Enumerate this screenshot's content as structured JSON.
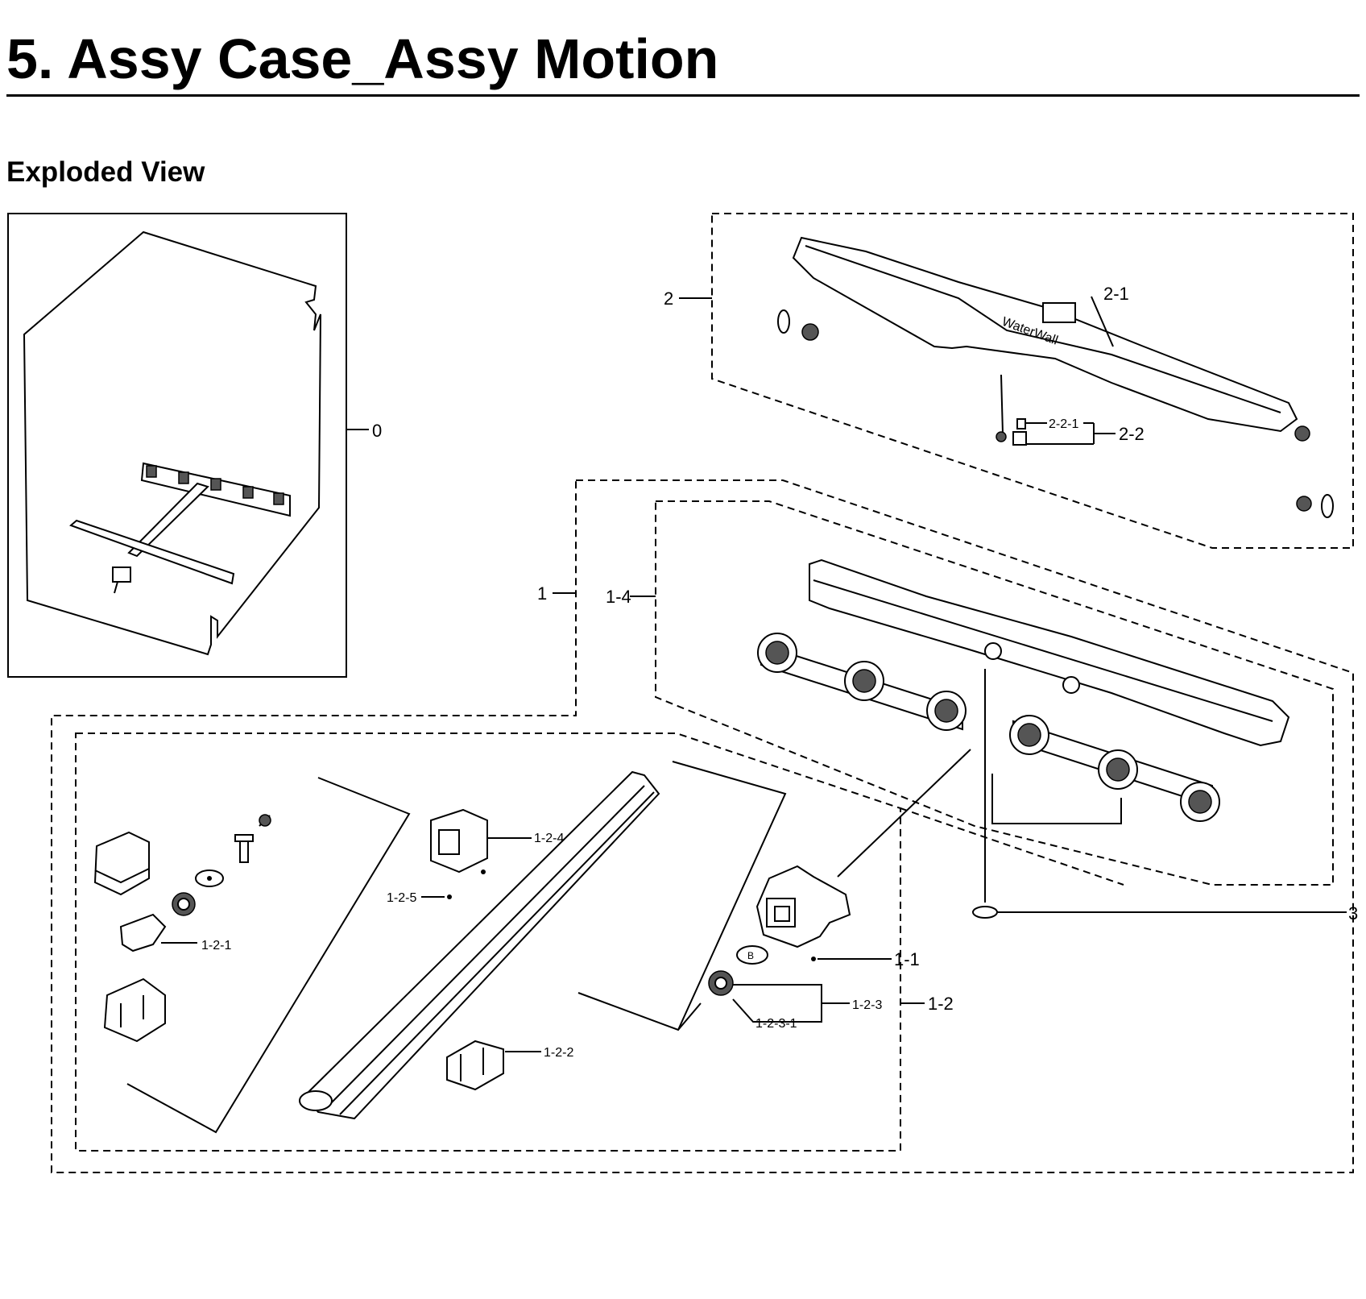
{
  "header": {
    "title": "5.  Assy Case_Assy Motion",
    "section": "Exploded View"
  },
  "callouts": {
    "c0": "0",
    "c1": "1",
    "c1_1": "1-1",
    "c1_2": "1-2",
    "c1_2_1": "1-2-1",
    "c1_2_2": "1-2-2",
    "c1_2_3": "1-2-3",
    "c1_2_3_1": "1-2-3-1",
    "c1_2_4": "1-2-4",
    "c1_2_5": "1-2-5",
    "c1_4": "1-4",
    "c2": "2",
    "c2_1": "2-1",
    "c2_2": "2-2",
    "c2_2_1": "2-2-1",
    "c3": "3"
  },
  "markings": {
    "brand": "WaterWall",
    "washer_letter": "B"
  }
}
